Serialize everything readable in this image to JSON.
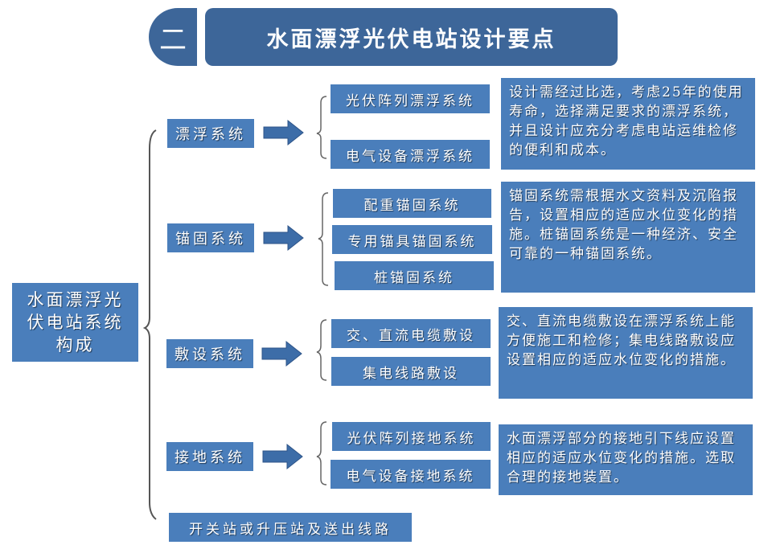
{
  "header": {
    "number": "二",
    "title": "水面漂浮光伏电站设计要点"
  },
  "colors": {
    "header_bg": "#3d6699",
    "box_bg": "#4a7ebb",
    "arrow": "#3d6da8",
    "text": "#ffffff",
    "brace": "#555555"
  },
  "root": {
    "label": "水面漂浮光伏电站系统构成"
  },
  "systems": [
    {
      "label": "漂浮系统",
      "subsystems": [
        "光伏阵列漂浮系统",
        "电气设备漂浮系统"
      ],
      "description": "设计需经过比选，考虑25年的使用寿命，选择满足要求的漂浮系统，并且设计应充分考虑电站运维检修的便利和成本。"
    },
    {
      "label": "锚固系统",
      "subsystems": [
        "配重锚固系统",
        "专用锚具锚固系统",
        "桩锚固系统"
      ],
      "description": "锚固系统需根据水文资料及沉陷报告，设置相应的适应水位变化的措施。桩锚固系统是一种经济、安全可靠的一种锚固系统。"
    },
    {
      "label": "敷设系统",
      "subsystems": [
        "交、直流电缆敷设",
        "集电线路敷设"
      ],
      "description": "交、直流电缆敷设在漂浮系统上能方便施工和检修；集电线路敷设应设置相应的适应水位变化的措施。"
    },
    {
      "label": "接地系统",
      "subsystems": [
        "光伏阵列接地系统",
        "电气设备接地系统"
      ],
      "description": "水面漂浮部分的接地引下线应设置相应的适应水位变化的措施。选取合理的接地装置。"
    }
  ],
  "bottom": {
    "label": "开关站或升压站及送出线路"
  }
}
